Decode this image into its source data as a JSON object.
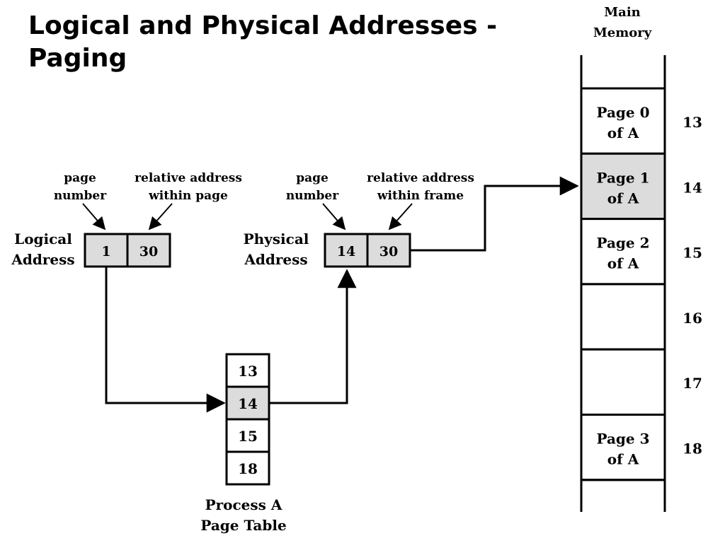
{
  "title": {
    "line1": "Logical and Physical Addresses -",
    "line2": "Paging"
  },
  "logical_address": {
    "label_line1": "Logical",
    "label_line2": "Address",
    "page_number": "1",
    "offset": "30",
    "callout_page_line1": "page",
    "callout_page_line2": "number",
    "callout_offset_line1": "relative address",
    "callout_offset_line2": "within page"
  },
  "physical_address": {
    "label_line1": "Physical",
    "label_line2": "Address",
    "frame_number": "14",
    "offset": "30",
    "callout_page_line1": "page",
    "callout_page_line2": "number",
    "callout_offset_line1": "relative address",
    "callout_offset_line2": "within frame"
  },
  "page_table": {
    "caption_line1": "Process A",
    "caption_line2": "Page Table",
    "entries": [
      "13",
      "14",
      "15",
      "18"
    ],
    "highlighted_entry": 1
  },
  "main_memory": {
    "header_line1": "Main",
    "header_line2": "Memory",
    "frames": [
      {
        "number": "13",
        "line1": "Page 0",
        "line2": "of A",
        "highlighted": false
      },
      {
        "number": "14",
        "line1": "Page 1",
        "line2": "of A",
        "highlighted": true
      },
      {
        "number": "15",
        "line1": "Page 2",
        "line2": "of A",
        "highlighted": false
      },
      {
        "number": "16",
        "line1": "",
        "line2": "",
        "highlighted": false
      },
      {
        "number": "17",
        "line1": "",
        "line2": "",
        "highlighted": false
      },
      {
        "number": "18",
        "line1": "Page 3",
        "line2": "of A",
        "highlighted": false
      }
    ]
  },
  "colors": {
    "highlight": "#dcdcdc",
    "line": "#000000",
    "background": "#ffffff"
  }
}
